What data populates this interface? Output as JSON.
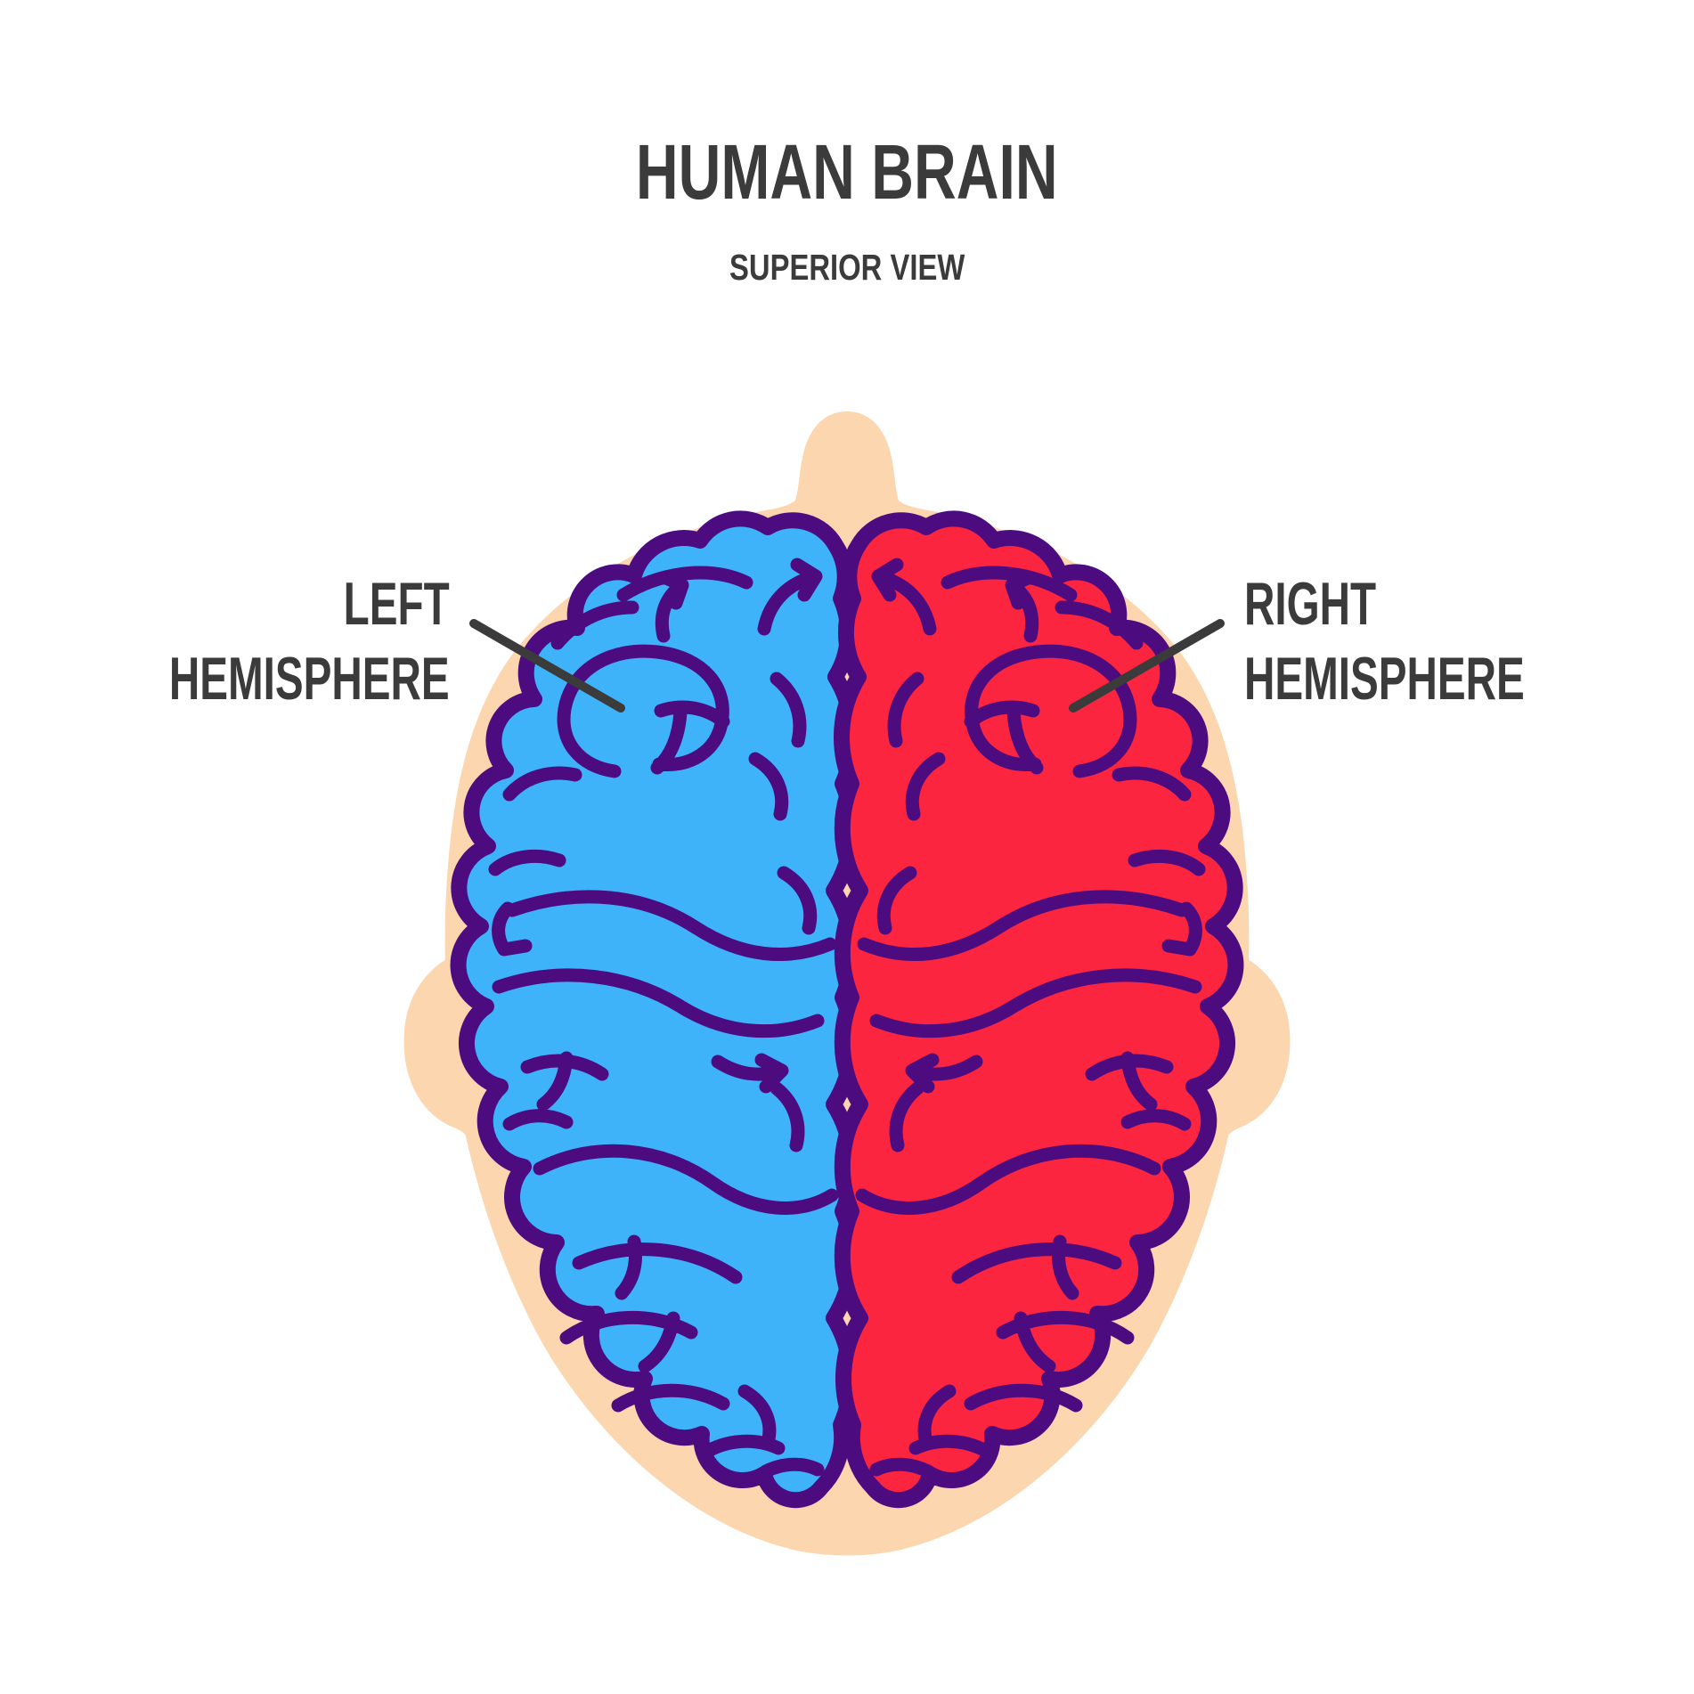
{
  "title": "HUMAN BRAIN",
  "subtitle": "SUPERIOR VIEW",
  "labels": {
    "left": {
      "line1": "LEFT",
      "line2": "HEMISPHERE"
    },
    "right": {
      "line1": "RIGHT",
      "line2": "HEMISPHERE"
    }
  },
  "icons": {
    "head": "head-silhouette-top-view",
    "brain_left": "left-brain-hemisphere",
    "brain_right": "right-brain-hemisphere"
  },
  "colors": {
    "background": "#FFFFFF",
    "skin": "#FBD6AF",
    "left_hemisphere": "#3FB3FA",
    "right_hemisphere": "#FB2540",
    "outline": "#4C0C80",
    "text": "#3B3B3B",
    "pointer_line": "#3B3B3B"
  }
}
